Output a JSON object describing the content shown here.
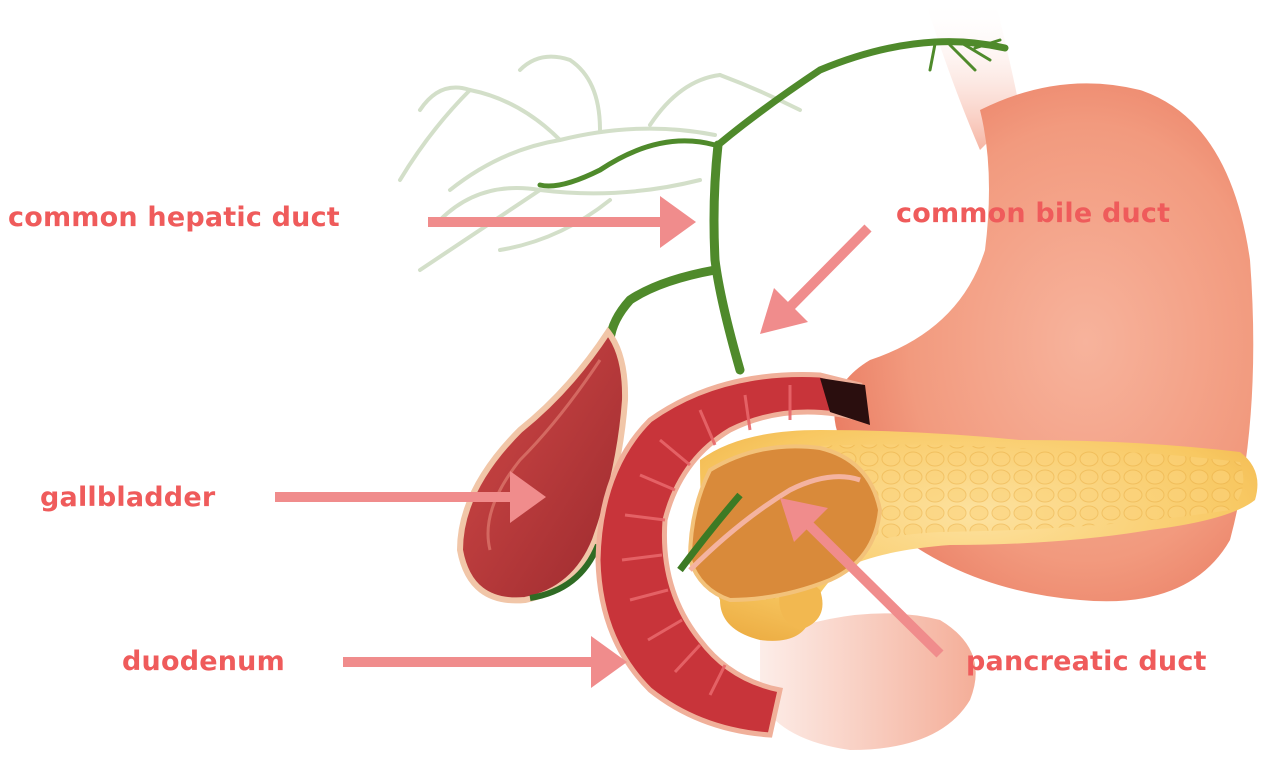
{
  "labels": {
    "common_hepatic_duct": "common hepatic duct",
    "common_bile_duct": "common bile duct",
    "gallbladder": "gallbladder",
    "duodenum": "duodenum",
    "pancreatic_duct": "pancreatic duct"
  },
  "colors": {
    "label_text": "#ef5b5b",
    "arrow": "#f08c8c",
    "duct_green": "#4f8a2b",
    "stomach": "#f29a7e",
    "pancreas": "#f6c25a",
    "duodenum": "#c8343a",
    "gallbladder": "#b8373a"
  }
}
